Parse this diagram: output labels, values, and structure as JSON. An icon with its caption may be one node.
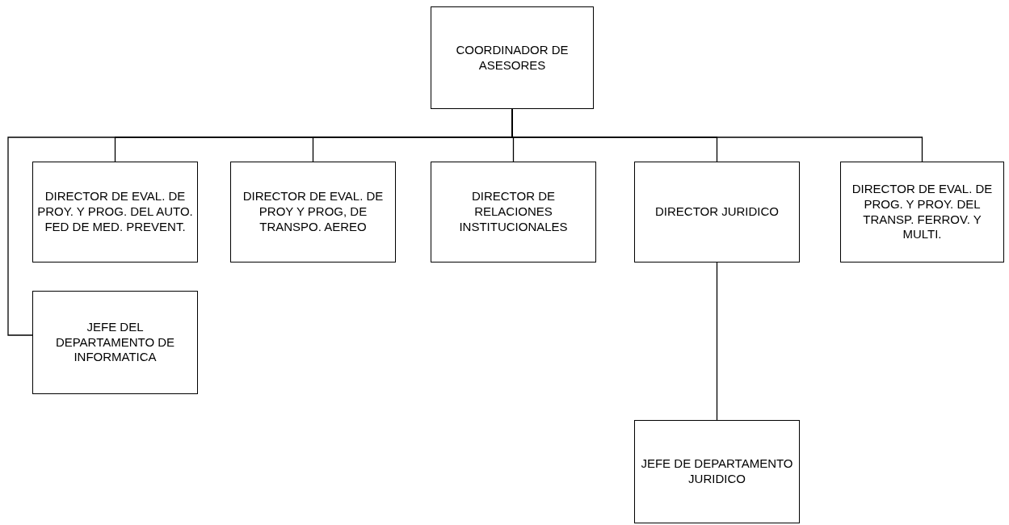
{
  "diagram": {
    "nodes": [
      {
        "text": [
          "COORDINADOR DE ASESORES"
        ]
      },
      {
        "text": [
          "DIRECTOR DE EVAL. DE PROY. Y PROG. DEL AUTO. FED DE MED. PREVENT."
        ]
      },
      {
        "text": [
          "DIRECTOR DE EVAL. DE PROY Y PROG, DE TRANSPO. AEREO"
        ]
      },
      {
        "text": [
          "DIRECTOR DE RELACIONES INSTITUCIONALES"
        ]
      },
      {
        "text": [
          "DIRECTOR JURIDICO"
        ]
      },
      {
        "text": [
          "DIRECTOR DE EVAL. DE PROG. Y PROY. DEL TRANSP. FERROV. Y MULTI."
        ]
      },
      {
        "text": [
          "JEFE DEL DEPARTAMENTO DE INFORMATICA"
        ]
      },
      {
        "text": [
          "JEFE DE DEPARTAMENTO JURIDICO"
        ]
      }
    ],
    "edges": [
      {
        "from": 0,
        "to": 1,
        "arrow": "none"
      },
      {
        "from": 0,
        "to": 2,
        "arrow": "none"
      },
      {
        "from": 0,
        "to": 3,
        "arrow": "none"
      },
      {
        "from": 0,
        "to": 4,
        "arrow": "none"
      },
      {
        "from": 0,
        "to": 5,
        "arrow": "none"
      },
      {
        "from": 0,
        "to": 6,
        "arrow": "none"
      },
      {
        "from": 4,
        "to": 7,
        "arrow": "none"
      }
    ]
  }
}
